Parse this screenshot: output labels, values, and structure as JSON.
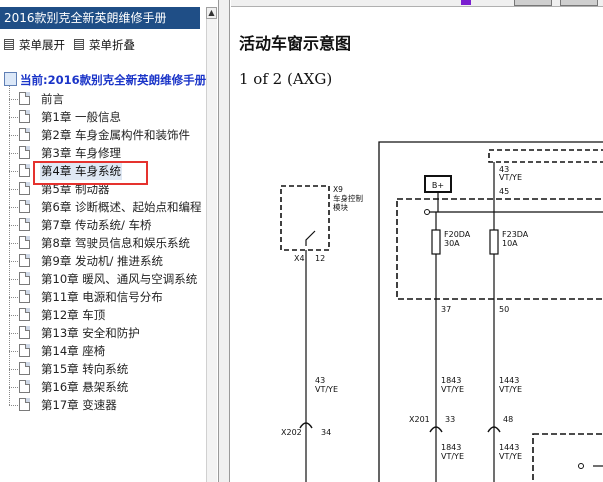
{
  "sidebar": {
    "title": "2016款别克全新英朗维修手册",
    "expand_label": "菜单展开",
    "collapse_label": "菜单折叠",
    "root_label": "当前:2016款别克全新英朗维修手册",
    "items": [
      {
        "label": "前言"
      },
      {
        "label": "第1章 一般信息"
      },
      {
        "label": "第2章 车身金属构件和装饰件"
      },
      {
        "label": "第3章 车身修理"
      },
      {
        "label": "第4章 车身系统"
      },
      {
        "label": "第5章 制动器"
      },
      {
        "label": "第6章 诊断概述、起始点和编程"
      },
      {
        "label": "第7章 传动系统/ 车桥"
      },
      {
        "label": "第8章 驾驶员信息和娱乐系统"
      },
      {
        "label": "第9章 发动机/ 推进系统"
      },
      {
        "label": "第10章 暖风、通风与空调系统"
      },
      {
        "label": "第11章 电源和信号分布"
      },
      {
        "label": "第12章 车顶"
      },
      {
        "label": "第13章 安全和防护"
      },
      {
        "label": "第14章 座椅"
      },
      {
        "label": "第15章 转向系统"
      },
      {
        "label": "第16章 悬架系统"
      },
      {
        "label": "第17章 变速器"
      }
    ],
    "selected_index": 4,
    "highlight_color": "#e5322e"
  },
  "content": {
    "title": "活动车窗示意图",
    "subtitle": "1 of 2 (AXG)"
  },
  "diagram": {
    "b_plus": "B+",
    "x9_label": "X9",
    "module_label_1": "车身控制",
    "module_label_2": "模块",
    "x4": "X4",
    "pin_12": "12",
    "wire_43": "43",
    "wire_vtye": "VT/YE",
    "wire_45": "45",
    "f20_name": "F20DA",
    "f20_rating": "30A",
    "f23_name": "F23DA",
    "f23_rating": "10A",
    "pin_37": "37",
    "pin_50": "50",
    "wire_1843": "1843",
    "wire_1443": "1443",
    "x201": "X201",
    "pin_33": "33",
    "pin_48": "48",
    "x202": "X202",
    "pin_34": "34"
  },
  "colors": {
    "title_bar": "#1f4e86",
    "root_text": "#1a34c8"
  }
}
